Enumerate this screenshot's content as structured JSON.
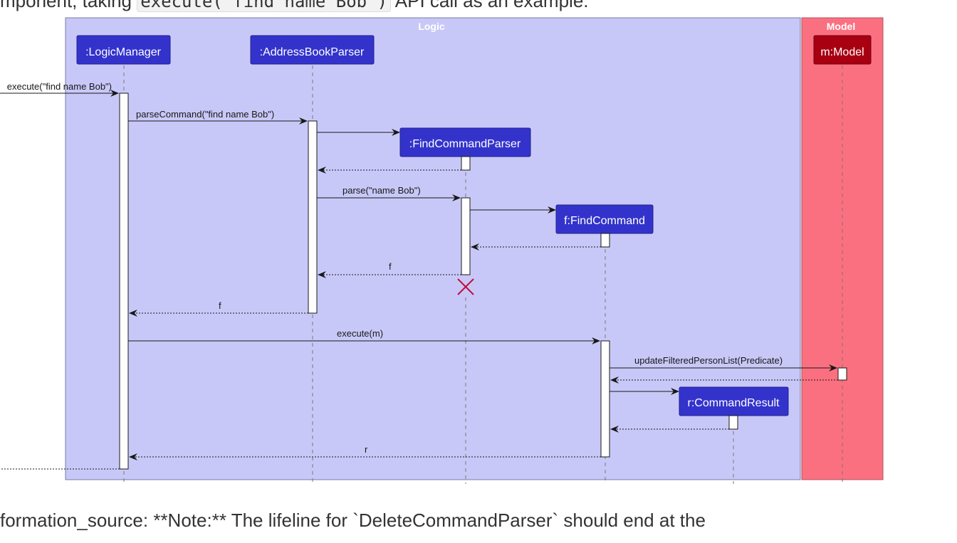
{
  "top_text": {
    "before": "mponent, taking ",
    "code": "execute(\"find name Bob\")",
    "after": " API call as an example."
  },
  "bottom_text": "formation_source: **Note:** The lifeline for `DeleteCommandParser` should end at the",
  "diagram": {
    "boxes": {
      "logic": "Logic",
      "model": "Model"
    },
    "participants": {
      "logic_manager": ":LogicManager",
      "address_book_parser": ":AddressBookParser",
      "find_command_parser": ":FindCommandParser",
      "find_command": "f:FindCommand",
      "command_result": "r:CommandResult",
      "model": "m:Model"
    },
    "messages": {
      "execute_find": "execute(\"find name Bob\")",
      "parse_command": "parseCommand(\"find name Bob\")",
      "parse": "parse(\"name Bob\")",
      "return_f_1": "f",
      "return_f_2": "f",
      "execute_m": "execute(m)",
      "update_filtered": "updateFilteredPersonList(Predicate)",
      "return_r": "r"
    },
    "colors": {
      "logic_bg": "#c8c8f8",
      "model_bg": "#fb7080",
      "participant": "#3333cc",
      "model_participant": "#a80011",
      "destroy": "#c0103f"
    }
  }
}
